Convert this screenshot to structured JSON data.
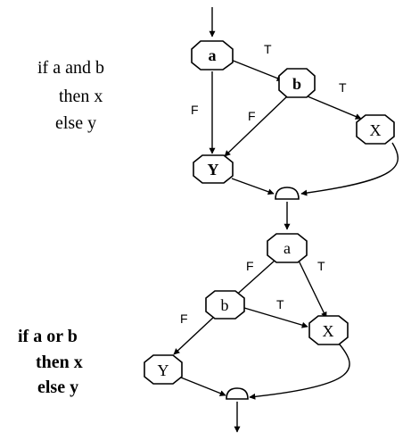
{
  "top_code": {
    "line1": "if  a  and  b",
    "line2": "then  x",
    "line3": "else  y"
  },
  "bottom_code": {
    "line1": "if  a  or  b",
    "line2": "then  x",
    "line3": "else  y"
  },
  "top_graph": {
    "node_a": "a",
    "node_b": "b",
    "node_x": "X",
    "node_y": "Y",
    "label_a_b": "T",
    "label_a_y": "F",
    "label_b_y": "F",
    "label_b_x": "T"
  },
  "bottom_graph": {
    "node_a": "a",
    "node_b": "b",
    "node_x": "X",
    "node_y": "Y",
    "label_a_b": "F",
    "label_a_x": "T",
    "label_b_x": "T",
    "label_b_y": "F"
  }
}
